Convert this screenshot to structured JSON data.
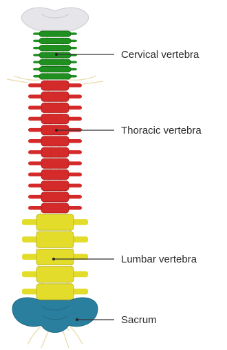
{
  "labels": {
    "cervical": "Cervical vertebra",
    "thoracic": "Thoracic vertebra",
    "lumbar": "Lumbar vertebra",
    "sacrum": "Sacrum"
  },
  "colors": {
    "skull": "#e6e6ea",
    "cervical": "#1f8f1f",
    "thoracic": "#d42a2a",
    "lumbar": "#e3dc2a",
    "sacrum": "#2b7f9e",
    "nerve": "#e8d9a6",
    "leader": "#333333"
  },
  "segment_counts": {
    "cervical": 7,
    "thoracic": 12,
    "lumbar": 5
  }
}
